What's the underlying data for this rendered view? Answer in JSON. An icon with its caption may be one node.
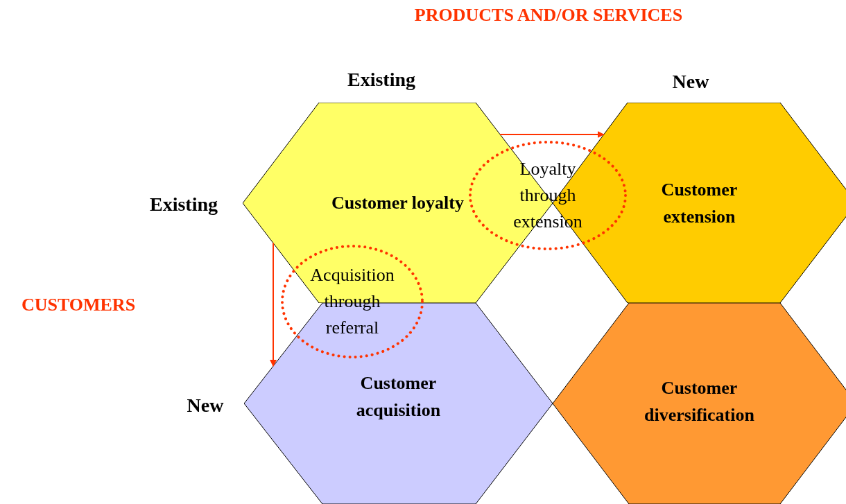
{
  "diagram": {
    "nodes": [
      {
        "text": [
          "Customer loyalty"
        ]
      },
      {
        "text": [
          "Loyalty through extension"
        ]
      },
      {
        "text": [
          "Customer extension"
        ]
      },
      {
        "text": [
          "Acquisition through referral"
        ]
      },
      {
        "text": [
          "Customer acquisition"
        ]
      },
      {
        "text": [
          "Customer diversification"
        ]
      }
    ],
    "edges": [
      {
        "from": 0,
        "to": 2,
        "arrow": "to"
      },
      {
        "from": 0,
        "to": 4,
        "arrow": "to"
      }
    ],
    "labels": [
      "PRODUCTS AND/OR SERVICES",
      "Existing",
      "New",
      "Existing",
      "CUSTOMERS",
      "New"
    ]
  }
}
